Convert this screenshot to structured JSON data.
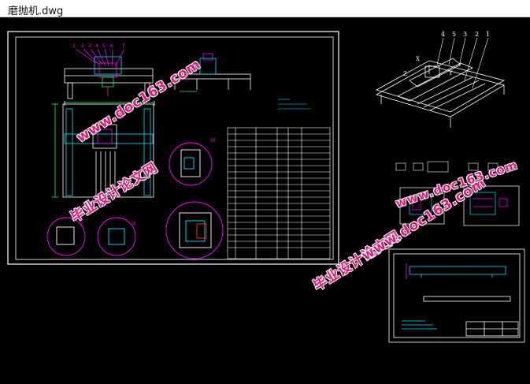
{
  "window": {
    "title": "磨抛机.dwg"
  },
  "watermarks": {
    "cn_text": "毕业设计论文网",
    "url_text": "www.doc163.com"
  },
  "section_labels": {
    "I": "I",
    "II": "II",
    "III": "III"
  },
  "balloon_numbers": [
    "1",
    "2",
    "3",
    "4",
    "5",
    "6",
    "7"
  ],
  "iso_numbers": [
    "4",
    "5",
    "3",
    "2",
    "1"
  ],
  "iso_axes": [
    "X",
    "Z",
    "Y"
  ],
  "colors": {
    "background": "#000000",
    "border": "#ffffff",
    "drawing_cyan": "#00e5ff",
    "drawing_magenta": "#ff00ff",
    "drawing_green": "#00ff66",
    "drawing_red": "#ff3333",
    "drawing_yellow": "#ffff00",
    "watermark": "#e0197a"
  }
}
